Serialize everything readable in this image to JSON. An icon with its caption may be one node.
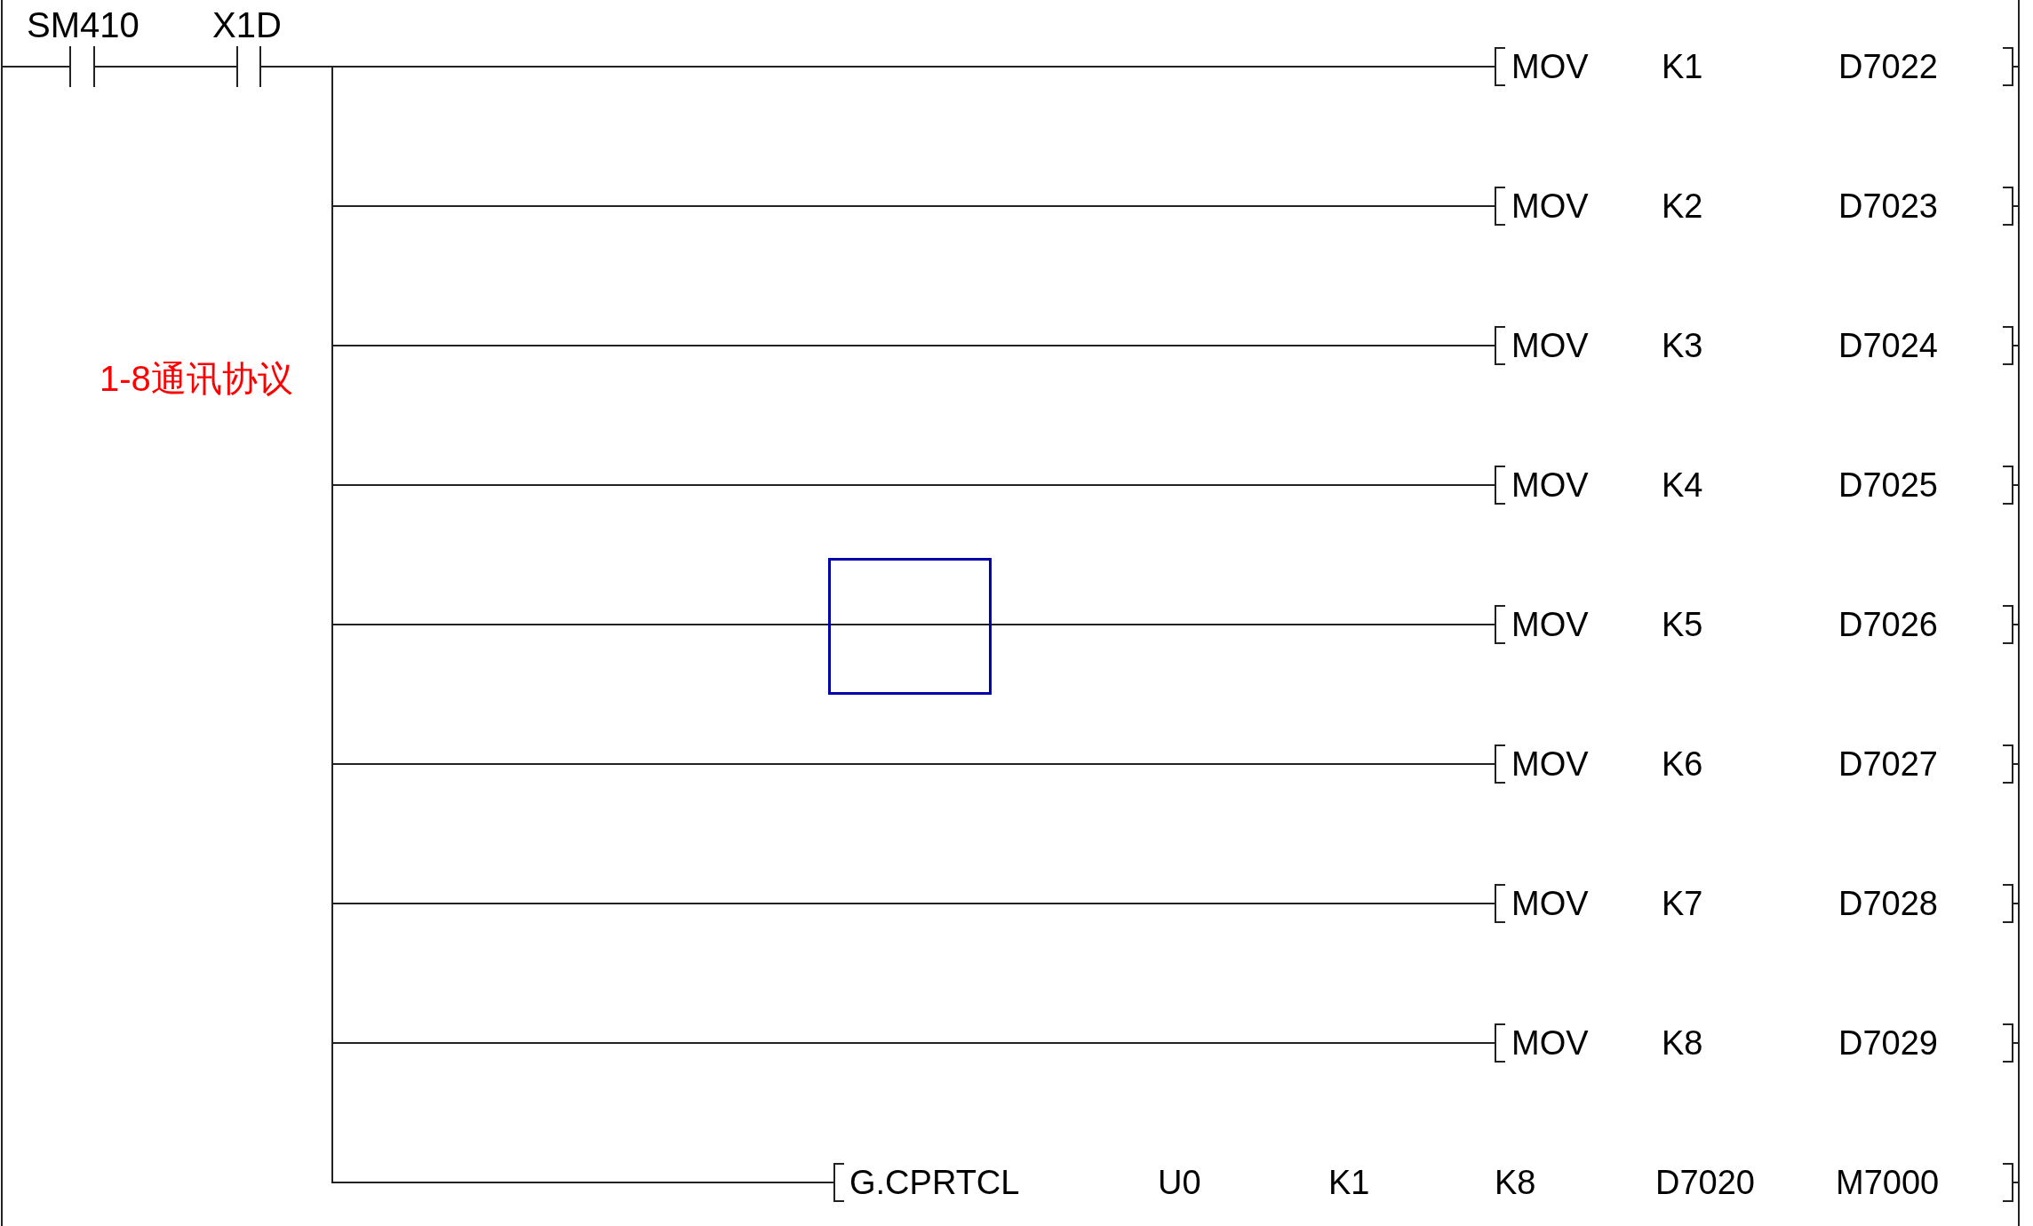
{
  "diagram": {
    "nodes": [
      {
        "text": [],
        "shape": "bar"
      },
      {
        "text": [
          "SM410"
        ]
      },
      {
        "text": [
          "X1D"
        ]
      },
      {
        "text": [
          "MOV",
          "K1",
          "D7022"
        ]
      },
      {
        "text": [
          "MOV",
          "K2",
          "D7023"
        ]
      },
      {
        "text": [
          "MOV",
          "K3",
          "D7024"
        ]
      },
      {
        "text": [
          "MOV",
          "K4",
          "D7025"
        ]
      },
      {
        "text": [],
        "shape": "box"
      },
      {
        "text": [
          "MOV",
          "K5",
          "D7026"
        ]
      },
      {
        "text": [
          "MOV",
          "K6",
          "D7027"
        ]
      },
      {
        "text": [
          "MOV",
          "K7",
          "D7028"
        ]
      },
      {
        "text": [
          "MOV",
          "K8",
          "D7029"
        ]
      },
      {
        "text": [
          "G.CPRTCL",
          "U0",
          "K1",
          "K8",
          "D7020",
          "M7000"
        ]
      },
      {
        "text": [],
        "shape": "bar"
      }
    ],
    "edges": [
      {
        "from": 0,
        "to": 1,
        "arrow": "none"
      },
      {
        "from": 1,
        "to": 2,
        "arrow": "none"
      },
      {
        "from": 2,
        "to": 3,
        "arrow": "none"
      },
      {
        "from": 2,
        "to": 4,
        "arrow": "none"
      },
      {
        "from": 2,
        "to": 5,
        "arrow": "none"
      },
      {
        "from": 2,
        "to": 6,
        "arrow": "none"
      },
      {
        "from": 2,
        "to": 7,
        "arrow": "none"
      },
      {
        "from": 7,
        "to": 8,
        "arrow": "none"
      },
      {
        "from": 2,
        "to": 9,
        "arrow": "none"
      },
      {
        "from": 2,
        "to": 10,
        "arrow": "none"
      },
      {
        "from": 2,
        "to": 11,
        "arrow": "none"
      },
      {
        "from": 2,
        "to": 12,
        "arrow": "none"
      },
      {
        "from": 3,
        "to": 13,
        "arrow": "none"
      },
      {
        "from": 4,
        "to": 13,
        "arrow": "none"
      },
      {
        "from": 5,
        "to": 13,
        "arrow": "none"
      },
      {
        "from": 6,
        "to": 13,
        "arrow": "none"
      },
      {
        "from": 8,
        "to": 13,
        "arrow": "none"
      },
      {
        "from": 9,
        "to": 13,
        "arrow": "none"
      },
      {
        "from": 10,
        "to": 13,
        "arrow": "none"
      },
      {
        "from": 11,
        "to": 13,
        "arrow": "none"
      },
      {
        "from": 12,
        "to": 13,
        "arrow": "none"
      }
    ],
    "labels": [
      "1-8通讯协议"
    ]
  }
}
